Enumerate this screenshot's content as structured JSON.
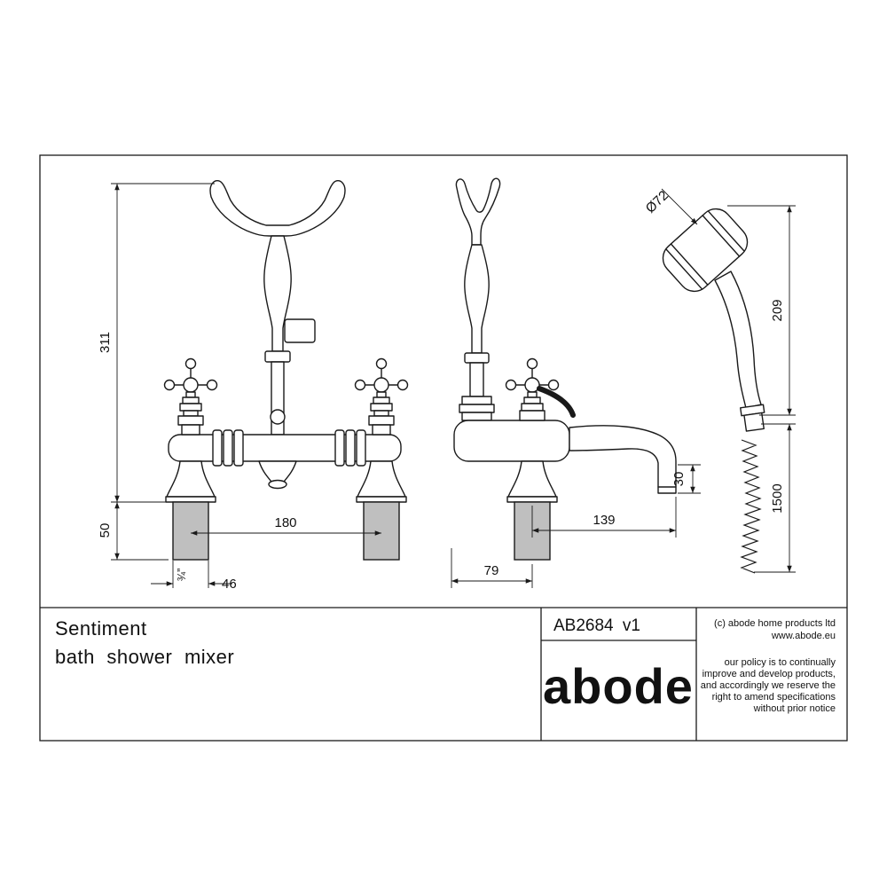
{
  "drawing": {
    "dimensions": {
      "overall_height": "311",
      "leg_height": "50",
      "tap_centres": "180",
      "leg_width": "46",
      "thread_size": "¾”",
      "spout_reach": "139",
      "body_depth": "79",
      "spout_drop": "30",
      "head_diameter": "Ø72",
      "handset_length": "209",
      "hose_length": "1500"
    }
  },
  "title_block": {
    "product_name": "Sentiment",
    "product_desc": "bath shower mixer",
    "product_code": "AB2684 v1",
    "brand_logo": "abode",
    "copyright": "(c) abode home products ltd",
    "website": "www.abode.eu",
    "policy_lines": [
      "our policy is to continually",
      "improve and develop products,",
      "and accordingly we reserve the",
      "right to amend specifications",
      "without prior notice"
    ]
  }
}
